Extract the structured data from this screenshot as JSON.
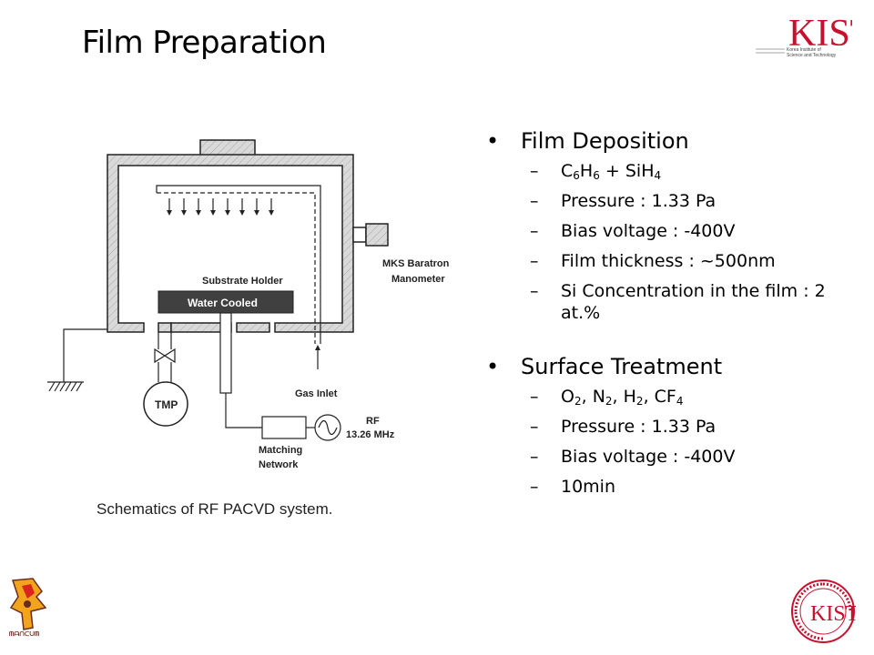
{
  "slide": {
    "title": "Film Preparation",
    "caption": "Schematics of RF PACVD system."
  },
  "logo": {
    "org_name_lines": [
      "Korea Institute of",
      "Science and Technology"
    ]
  },
  "schematic": {
    "labels": {
      "substrate_holder": "Substrate Holder",
      "water_cooled": "Water Cooled",
      "manometer_line1": "MKS Baratron",
      "manometer_line2": "Manometer",
      "pump": "TMP",
      "gas_inlet": "Gas Inlet",
      "rf_line1": "RF",
      "rf_line2": "13.26 MHz",
      "matching_line1": "Matching",
      "matching_line2": "Network"
    }
  },
  "sections": [
    {
      "heading": "Film Deposition",
      "items": [
        [
          {
            "t": "C"
          },
          {
            "s": "6"
          },
          {
            "t": "H"
          },
          {
            "s": "6"
          },
          {
            "t": " + SiH"
          },
          {
            "s": "4"
          }
        ],
        [
          {
            "t": "Pressure : 1.33 Pa"
          }
        ],
        [
          {
            "t": "Bias voltage : -400V"
          }
        ],
        [
          {
            "t": "Film thickness : ~500nm"
          }
        ],
        [
          {
            "t": "Si Concentration in the film : 2 at.%"
          }
        ]
      ]
    },
    {
      "heading": "Surface Treatment",
      "items": [
        [
          {
            "t": "O"
          },
          {
            "s": "2"
          },
          {
            "t": ", N"
          },
          {
            "s": "2"
          },
          {
            "t": ", H"
          },
          {
            "s": "2"
          },
          {
            "t": ", CF"
          },
          {
            "s": "4"
          }
        ],
        [
          {
            "t": "Pressure : 1.33 Pa"
          }
        ],
        [
          {
            "t": "Bias voltage : -400V"
          }
        ],
        [
          {
            "t": "10min"
          }
        ]
      ]
    }
  ],
  "symbols": {
    "bullet": "•",
    "dash": "–"
  },
  "colors": {
    "kist_red": "#c8102e",
    "chamber_fill": "#d9d9d9",
    "holder_fill": "#404040"
  }
}
